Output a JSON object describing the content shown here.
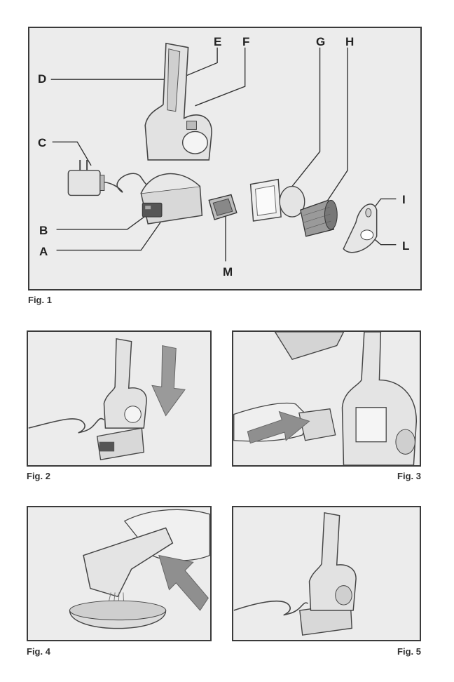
{
  "figures": {
    "fig1": {
      "caption": "Fig. 1"
    },
    "fig2": {
      "caption": "Fig. 2"
    },
    "fig3": {
      "caption": "Fig. 3"
    },
    "fig4": {
      "caption": "Fig. 4"
    },
    "fig5": {
      "caption": "Fig. 5"
    }
  },
  "parts": {
    "A": "A",
    "B": "B",
    "C": "C",
    "D": "D",
    "E": "E",
    "F": "F",
    "G": "G",
    "H": "H",
    "I": "I",
    "L": "L",
    "M": "M"
  }
}
